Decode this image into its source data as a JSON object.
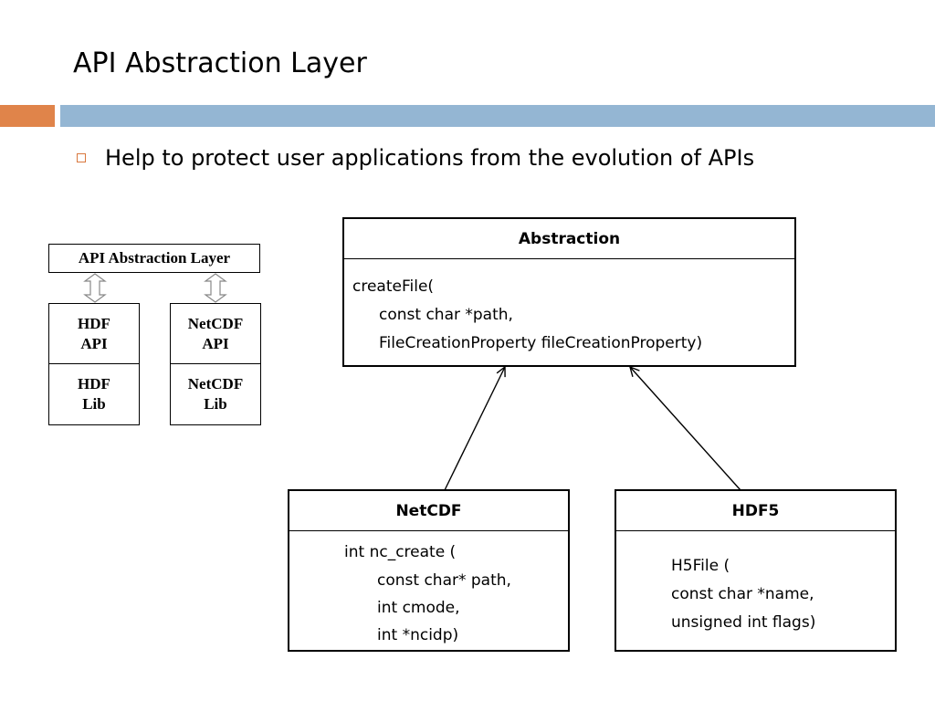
{
  "slide": {
    "title": "API Abstraction Layer",
    "bullet": "Help to protect user applications from the evolution of APIs"
  },
  "colors": {
    "accent_orange": "#e0844a",
    "accent_blue": "#94b6d3",
    "bullet_border": "#d9783e"
  },
  "layer_diagram": {
    "layer_label": "API Abstraction Layer",
    "stacks": [
      {
        "api": "HDF\nAPI",
        "lib": "HDF\nLib"
      },
      {
        "api": "NetCDF\nAPI",
        "lib": "NetCDF\nLib"
      }
    ]
  },
  "classes": {
    "abstraction": {
      "name": "Abstraction",
      "lines": [
        "createFile(",
        "const char *path,",
        "FileCreationProperty fileCreationProperty)"
      ]
    },
    "netcdf": {
      "name": "NetCDF",
      "lines": [
        "int nc_create (",
        "const char* path,",
        "int cmode,",
        "int *ncidp)"
      ]
    },
    "hdf5": {
      "name": "HDF5",
      "lines": [
        "H5File (",
        "const char *name,",
        "unsigned int flags)"
      ]
    }
  }
}
